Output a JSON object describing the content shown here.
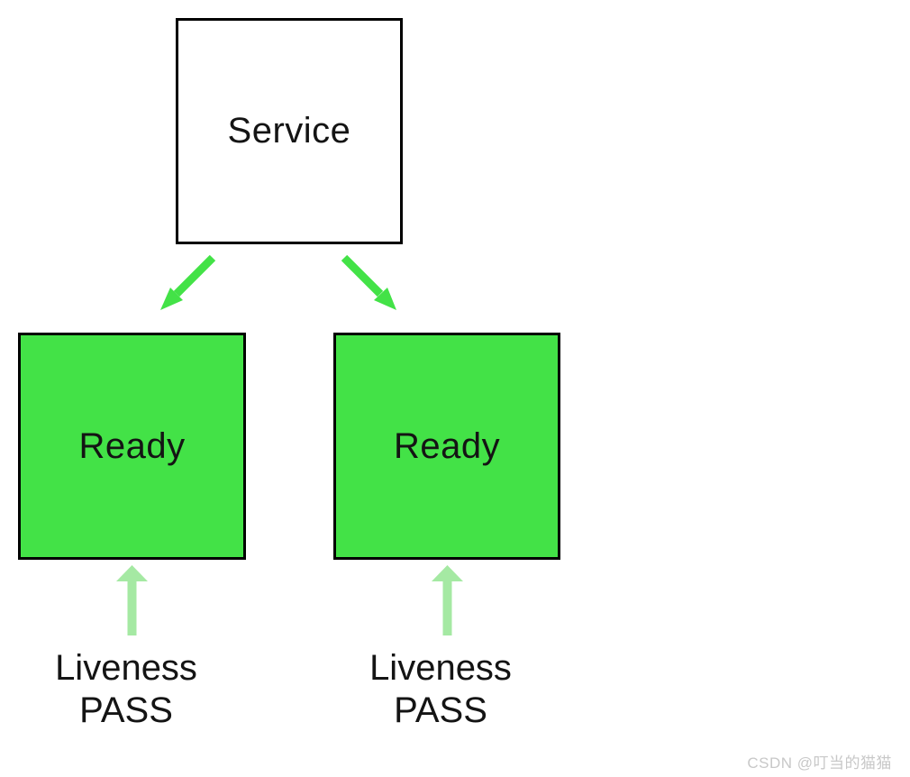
{
  "diagram": {
    "service": {
      "label": "Service"
    },
    "pods": [
      {
        "label": "Ready"
      },
      {
        "label": "Ready"
      }
    ],
    "probes": [
      {
        "line1": "Liveness",
        "line2": "PASS"
      },
      {
        "line1": "Liveness",
        "line2": "PASS"
      }
    ]
  },
  "watermark": "CSDN @叮当的猫猫",
  "colors": {
    "node_green": "#43e247",
    "arrow_green": "#43e247",
    "light_arrow_green": "#a5e9a3",
    "border_black": "#000000",
    "text_black": "#141414",
    "watermark_gray": "#c8c8c8",
    "bg": "#ffffff"
  }
}
